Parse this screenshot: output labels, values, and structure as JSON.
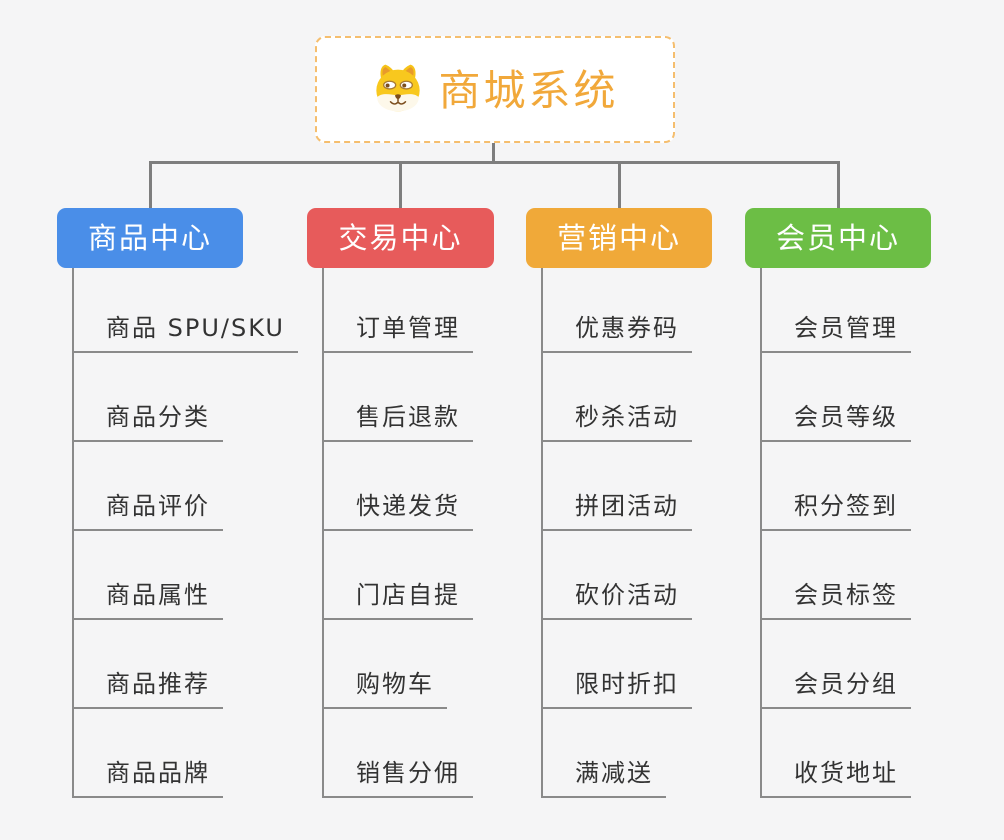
{
  "page": {
    "background": "#f5f5f6",
    "connector_color": "#7e7e7e",
    "underline_color": "#8a8a8a"
  },
  "root": {
    "title": "商城系统",
    "icon": "shiba-dog-icon",
    "text_color": "#f1a83a",
    "border_color": "#f5be6e"
  },
  "branches": [
    {
      "id": "product-center",
      "label": "商品中心",
      "color": "#4a8ee8",
      "children": [
        "商品 SPU/SKU",
        "商品分类",
        "商品评价",
        "商品属性",
        "商品推荐",
        "商品品牌"
      ]
    },
    {
      "id": "trade-center",
      "label": "交易中心",
      "color": "#e75b5b",
      "children": [
        "订单管理",
        "售后退款",
        "快递发货",
        "门店自提",
        "购物车",
        "销售分佣"
      ]
    },
    {
      "id": "marketing-center",
      "label": "营销中心",
      "color": "#f0a939",
      "children": [
        "优惠券码",
        "秒杀活动",
        "拼团活动",
        "砍价活动",
        "限时折扣",
        "满减送"
      ]
    },
    {
      "id": "member-center",
      "label": "会员中心",
      "color": "#6cbe45",
      "children": [
        "会员管理",
        "会员等级",
        "积分签到",
        "会员标签",
        "会员分组",
        "收货地址"
      ]
    }
  ]
}
